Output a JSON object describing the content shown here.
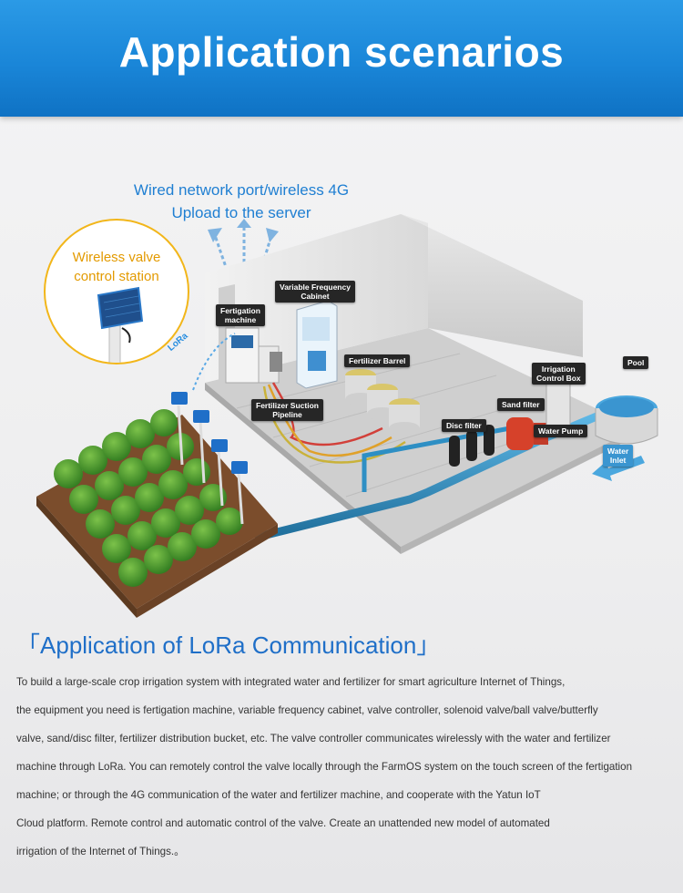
{
  "header": {
    "title": "Application scenarios"
  },
  "diagram": {
    "upload_line1": "Wired network port/wireless 4G",
    "upload_line2": "Upload to the server",
    "callout_line1": "Wireless valve",
    "callout_line2": "control station",
    "lora": "LoRa",
    "labels": {
      "fertigation_1": "Fertigation",
      "fertigation_2": "machine",
      "vfc_1": "Variable Frequency",
      "vfc_2": "Cabinet",
      "fert_barrel": "Fertilizer Barrel",
      "suction_1": "Fertilizer Suction",
      "suction_2": "Pipeline",
      "irr_1": "Irrigation",
      "irr_2": "Control Box",
      "pool": "Pool",
      "sand": "Sand filter",
      "disc": "Disc filter",
      "pump": "Water Pump",
      "inlet_1": "Water",
      "inlet_2": "Inlet"
    }
  },
  "section": {
    "open_bracket": "「",
    "title": "Application of LoRa Communication",
    "close_bracket": "」",
    "paragraph_lines": [
      "To build a large-scale crop irrigation system with integrated water and fertilizer for smart agriculture Internet of Things,",
      "the equipment you need is fertigation machine, variable frequency cabinet, valve controller, solenoid valve/ball valve/butterfly",
      "valve, sand/disc filter, fertilizer distribution bucket, etc. The valve controller communicates wirelessly with the water and fertilizer",
      " machine through LoRa. You can remotely control the valve locally through the FarmOS system on the touch screen of the fertigation",
      "machine; or through the 4G communication of the water and fertilizer machine, and cooperate with the Yatun IoT",
      "Cloud platform. Remote control and automatic control of the valve. Create an unattended new model of automated",
      "irrigation of the Internet of Things.。"
    ]
  }
}
